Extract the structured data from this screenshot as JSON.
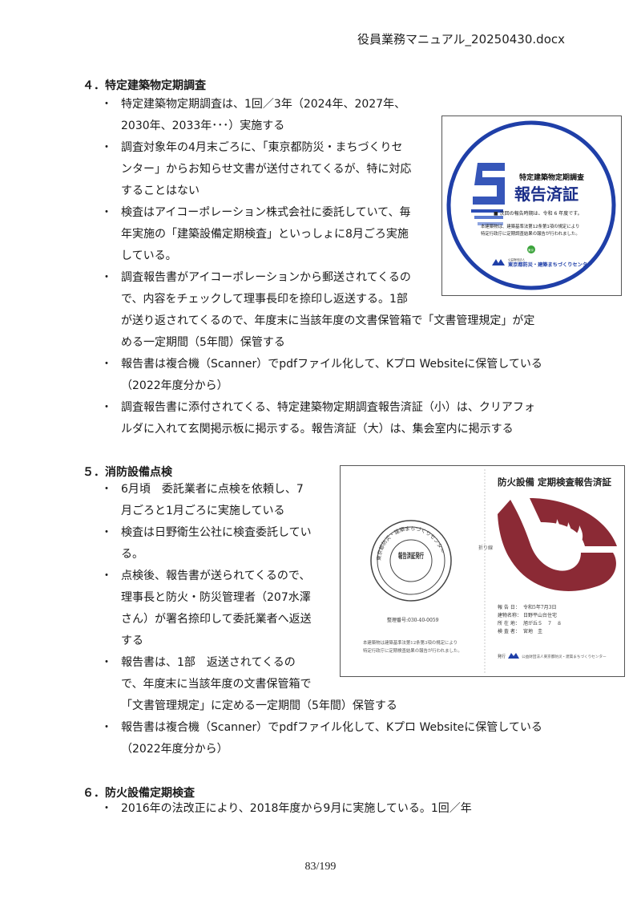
{
  "header": {
    "filename": "役員業務マニュアル_20250430.docx"
  },
  "footer": {
    "page": "83/199"
  },
  "section4": {
    "title": "４．特定建築物定期調査",
    "items": [
      [
        "特定建築物定期調査は、1回／3年（2024年、2027年、",
        "2030年、2033年･･･）実施する"
      ],
      [
        "調査対象年の4月末ごろに、「東京都防災・まちづくりセ",
        "ンター」からお知らせ文書が送付されてくるが、特に対応",
        "することはない"
      ],
      [
        "検査はアイコーポレーション株式会社に委託していて、毎",
        "年実施の「建築設備定期検査」といっしょに8月ごろ実施",
        "している。"
      ],
      [
        "調査報告書がアイコーポレーションから郵送されてくるの",
        "で、内容をチェックして理事長印を捺印し返送する。1部",
        "が送り返されてくるので、年度末に当該年度の文書保管箱で「文書管理規定」が定",
        "める一定期間（5年間）保管する"
      ],
      [
        "報告書は複合機（Scanner）でpdfファイル化して、Kプロ Websiteに保管している",
        "（2022年度分から）"
      ],
      [
        "調査報告書に添付されてくる、特定建築物定期調査報告済証（小）は、クリアフォ",
        "ルダに入れて玄関掲示板に掲示する。報告済証（大）は、集会室内に掲示する"
      ]
    ],
    "sticker": {
      "line1": "特定建築物定期調査",
      "line2": "報告済証",
      "line3": "■ 次回の報告時期は、令和 6 年度です。",
      "line4": "本建築物は、建築基準法第12条第1項の規定により",
      "line5": "特定行政庁に定期調査結果の報告が行われました。",
      "badge": "東京",
      "org_small": "公益財団法人",
      "org": "東京都防災・建築まちづくりセンター"
    }
  },
  "section5": {
    "title": "５．消防設備点検",
    "items": [
      [
        "6月頃　委託業者に点検を依頼し、7",
        "月ごろと1月ごろに実施している"
      ],
      [
        "検査は日野衛生公社に検査委託してい",
        "る。"
      ],
      [
        "点検後、報告書が送られてくるので、",
        "理事長と防火・防災管理者（207水澤",
        "さん）が署名捺印して委託業者へ返送",
        "する"
      ],
      [
        "報告書は、1部　返送されてくるの",
        "で、年度末に当該年度の文書保管箱で",
        "「文書管理規定」に定める一定期間（5年間）保管する"
      ],
      [
        "報告書は複合機（Scanner）でpdfファイル化して、Kプロ Websiteに保管している",
        "（2022年度分から）"
      ]
    ],
    "certificate": {
      "title": "防火設備 定期検査報告済証",
      "seal_center": "報告済証発行",
      "seal_ring": "東京都防災・建築まちづくりセンター",
      "fold": "折り線",
      "number": "整理番号:030-40-0059",
      "note1": "本建築物は建築基準法第12条第3項の規定により",
      "note2": "特定行政庁に定期検査結果の報告が行われました。",
      "rows": [
        {
          "label": "報 告 日：",
          "value": "令和5年7月3日"
        },
        {
          "label": "建物名称：",
          "value": "日野平山台住宅"
        },
        {
          "label": "所 在 地：",
          "value": "旭が丘５　７　８"
        },
        {
          "label": "検 査 者：",
          "value": "宮地　圭"
        }
      ],
      "issuer_label": "発行",
      "issuer": "公益財団法人東京都防災・建築まちづくりセンター"
    }
  },
  "section6": {
    "title": "６．防火設備定期検査",
    "items": [
      [
        "2016年の法改正により、2018年度から9月に実施している。1回／年"
      ]
    ]
  },
  "colors": {
    "seal_blue": "#1f3fa8",
    "cert_red": "#8b2a35"
  }
}
